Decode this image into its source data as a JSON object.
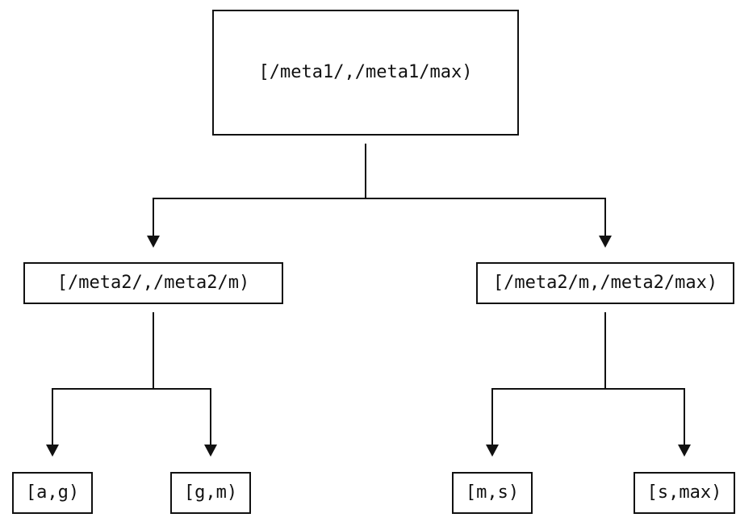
{
  "diagram": {
    "type": "tree",
    "nodes": {
      "root": {
        "label": "[/meta1/,/meta1/max)"
      },
      "left": {
        "label": "[/meta2/,/meta2/m)"
      },
      "right": {
        "label": "[/meta2/m,/meta2/max)"
      },
      "leaf_ag": {
        "label": "[a,g)"
      },
      "leaf_gm": {
        "label": "[g,m)"
      },
      "leaf_ms": {
        "label": "[m,s)"
      },
      "leaf_smax": {
        "label": "[s,max)"
      }
    },
    "edges": [
      {
        "from": "root",
        "to": "left"
      },
      {
        "from": "root",
        "to": "right"
      },
      {
        "from": "left",
        "to": "leaf_ag"
      },
      {
        "from": "left",
        "to": "leaf_gm"
      },
      {
        "from": "right",
        "to": "leaf_ms"
      },
      {
        "from": "right",
        "to": "leaf_smax"
      }
    ],
    "icons": {
      "arrowhead_down": "black-triangle-down"
    },
    "colors": {
      "background": "#ffffff",
      "line": "#111111",
      "box_border": "#111111",
      "text": "#111111"
    }
  }
}
